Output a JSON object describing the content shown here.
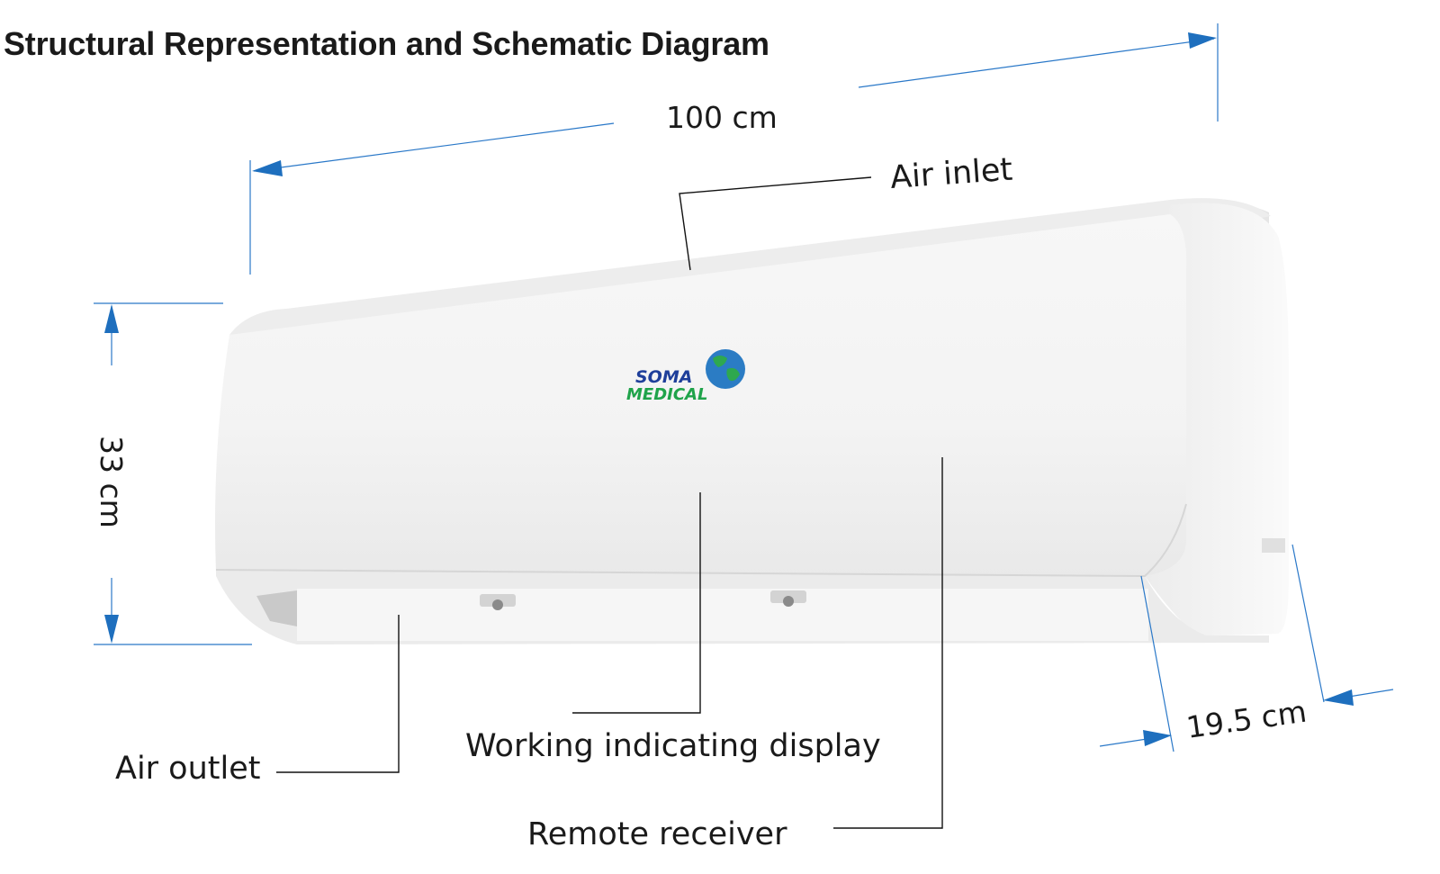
{
  "title": "Structural Representation and Schematic Diagram",
  "dimensions": {
    "width": "100 cm",
    "height": "33 cm",
    "depth": "19.5 cm"
  },
  "labels": {
    "air_inlet": "Air inlet",
    "air_outlet": "Air outlet",
    "display": "Working indicating display",
    "remote": "Remote receiver"
  },
  "logo": {
    "line1": "SOMA",
    "line2": "MEDICAL"
  },
  "colors": {
    "dimension_line": "#2a78c8",
    "arrow": "#1e6fbe",
    "logo_blue": "#1f3f9a",
    "logo_green": "#1fa34a"
  }
}
